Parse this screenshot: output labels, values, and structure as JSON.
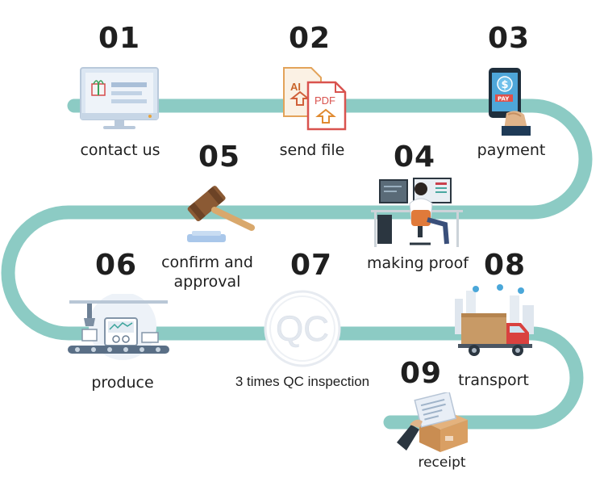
{
  "steps": [
    {
      "num": "01",
      "label": "contact us",
      "icon": "computer-icon"
    },
    {
      "num": "02",
      "label": "send file",
      "icon": "file-icon"
    },
    {
      "num": "03",
      "label": "payment",
      "icon": "payment-phone-icon"
    },
    {
      "num": "04",
      "label": "making proof",
      "icon": "designer-workstation-icon"
    },
    {
      "num": "05",
      "label_line1": "confirm and",
      "label_line2": "approval",
      "icon": "gavel-icon"
    },
    {
      "num": "06",
      "label": "produce",
      "icon": "factory-line-icon"
    },
    {
      "num": "07",
      "label": "3 times QC inspection",
      "icon": "qc-badge-icon",
      "badge_text": "QC"
    },
    {
      "num": "08",
      "label": "transport",
      "icon": "truck-icon"
    },
    {
      "num": "09",
      "label": "receipt",
      "icon": "package-receipt-icon"
    }
  ],
  "file_icon_text": {
    "ai": "AI",
    "pdf": "PDF"
  },
  "payment_text": {
    "currency": "$",
    "pay": "PAY"
  },
  "colors": {
    "path": "#8ccbc4",
    "text": "#1f1f1f",
    "accent_red": "#e0504a",
    "accent_orange": "#e8833a"
  }
}
